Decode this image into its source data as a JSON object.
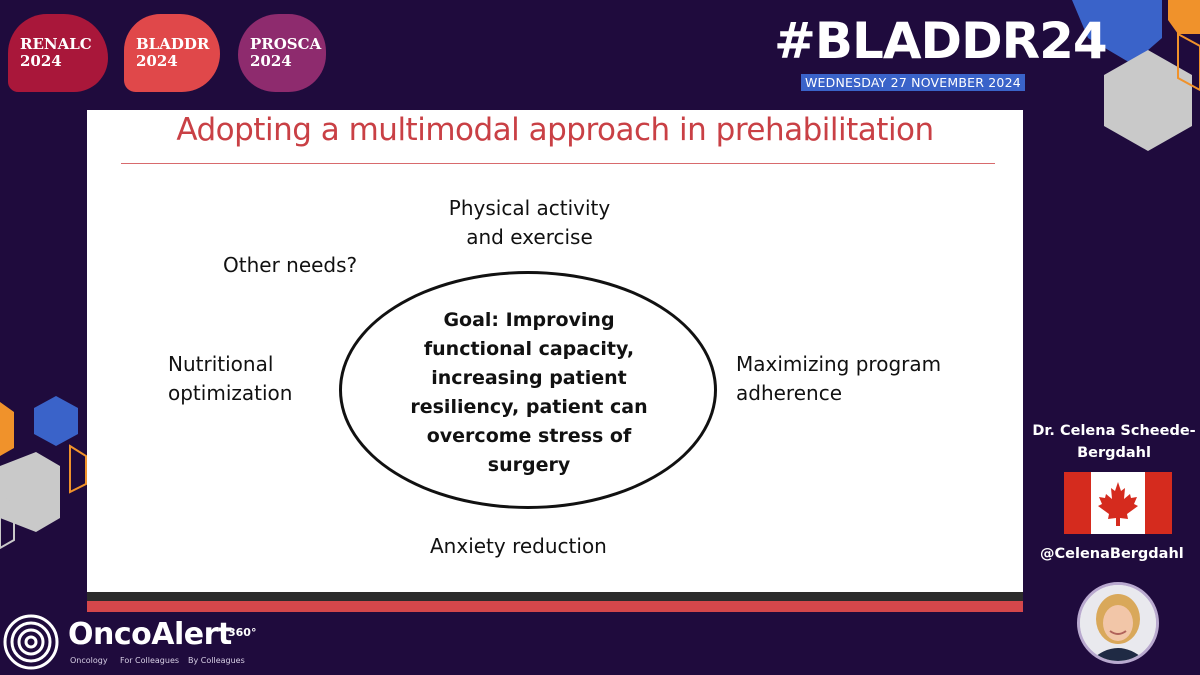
{
  "header": {
    "event_logos": [
      "RENALC\n2024",
      "BLADDR\n2024",
      "PROSCA\n2024"
    ],
    "event_logo_lines": [
      [
        "RENALC",
        "2024"
      ],
      [
        "BLADDR",
        "2024"
      ],
      [
        "PROSCA",
        "2024"
      ]
    ],
    "hashtag": "#BLADDR24",
    "date": "WEDNESDAY 27 NOVEMBER 2024"
  },
  "slide": {
    "title": "Adopting a multimodal approach in prehabilitation",
    "nodes": {
      "physical_line1": "Physical activity",
      "physical_line2": "and exercise",
      "other": "Other needs?",
      "nutrition_line1": "Nutritional",
      "nutrition_line2": "optimization",
      "adherence_line1": "Maximizing program",
      "adherence_line2": "adherence",
      "anxiety": "Anxiety reduction"
    },
    "goal_lines": [
      "Goal: Improving",
      "functional capacity,",
      "increasing patient",
      "resiliency, patient can",
      "overcome stress of",
      "surgery"
    ]
  },
  "speaker": {
    "name_line1": "Dr. Celena Scheede-",
    "name_line2": "Bergdahl",
    "handle": "@CelenaBergdahl",
    "flag_icon": "canada-flag-icon"
  },
  "brand": {
    "name": "OncoAlert",
    "superscript": "360°",
    "tagline": [
      "Oncology",
      "For Colleagues",
      "By Colleagues"
    ]
  },
  "colors": {
    "background": "#1f0b3d",
    "title_red": "#c94045",
    "accent_blue": "#3a63c9",
    "accent_orange": "#f0922b"
  }
}
